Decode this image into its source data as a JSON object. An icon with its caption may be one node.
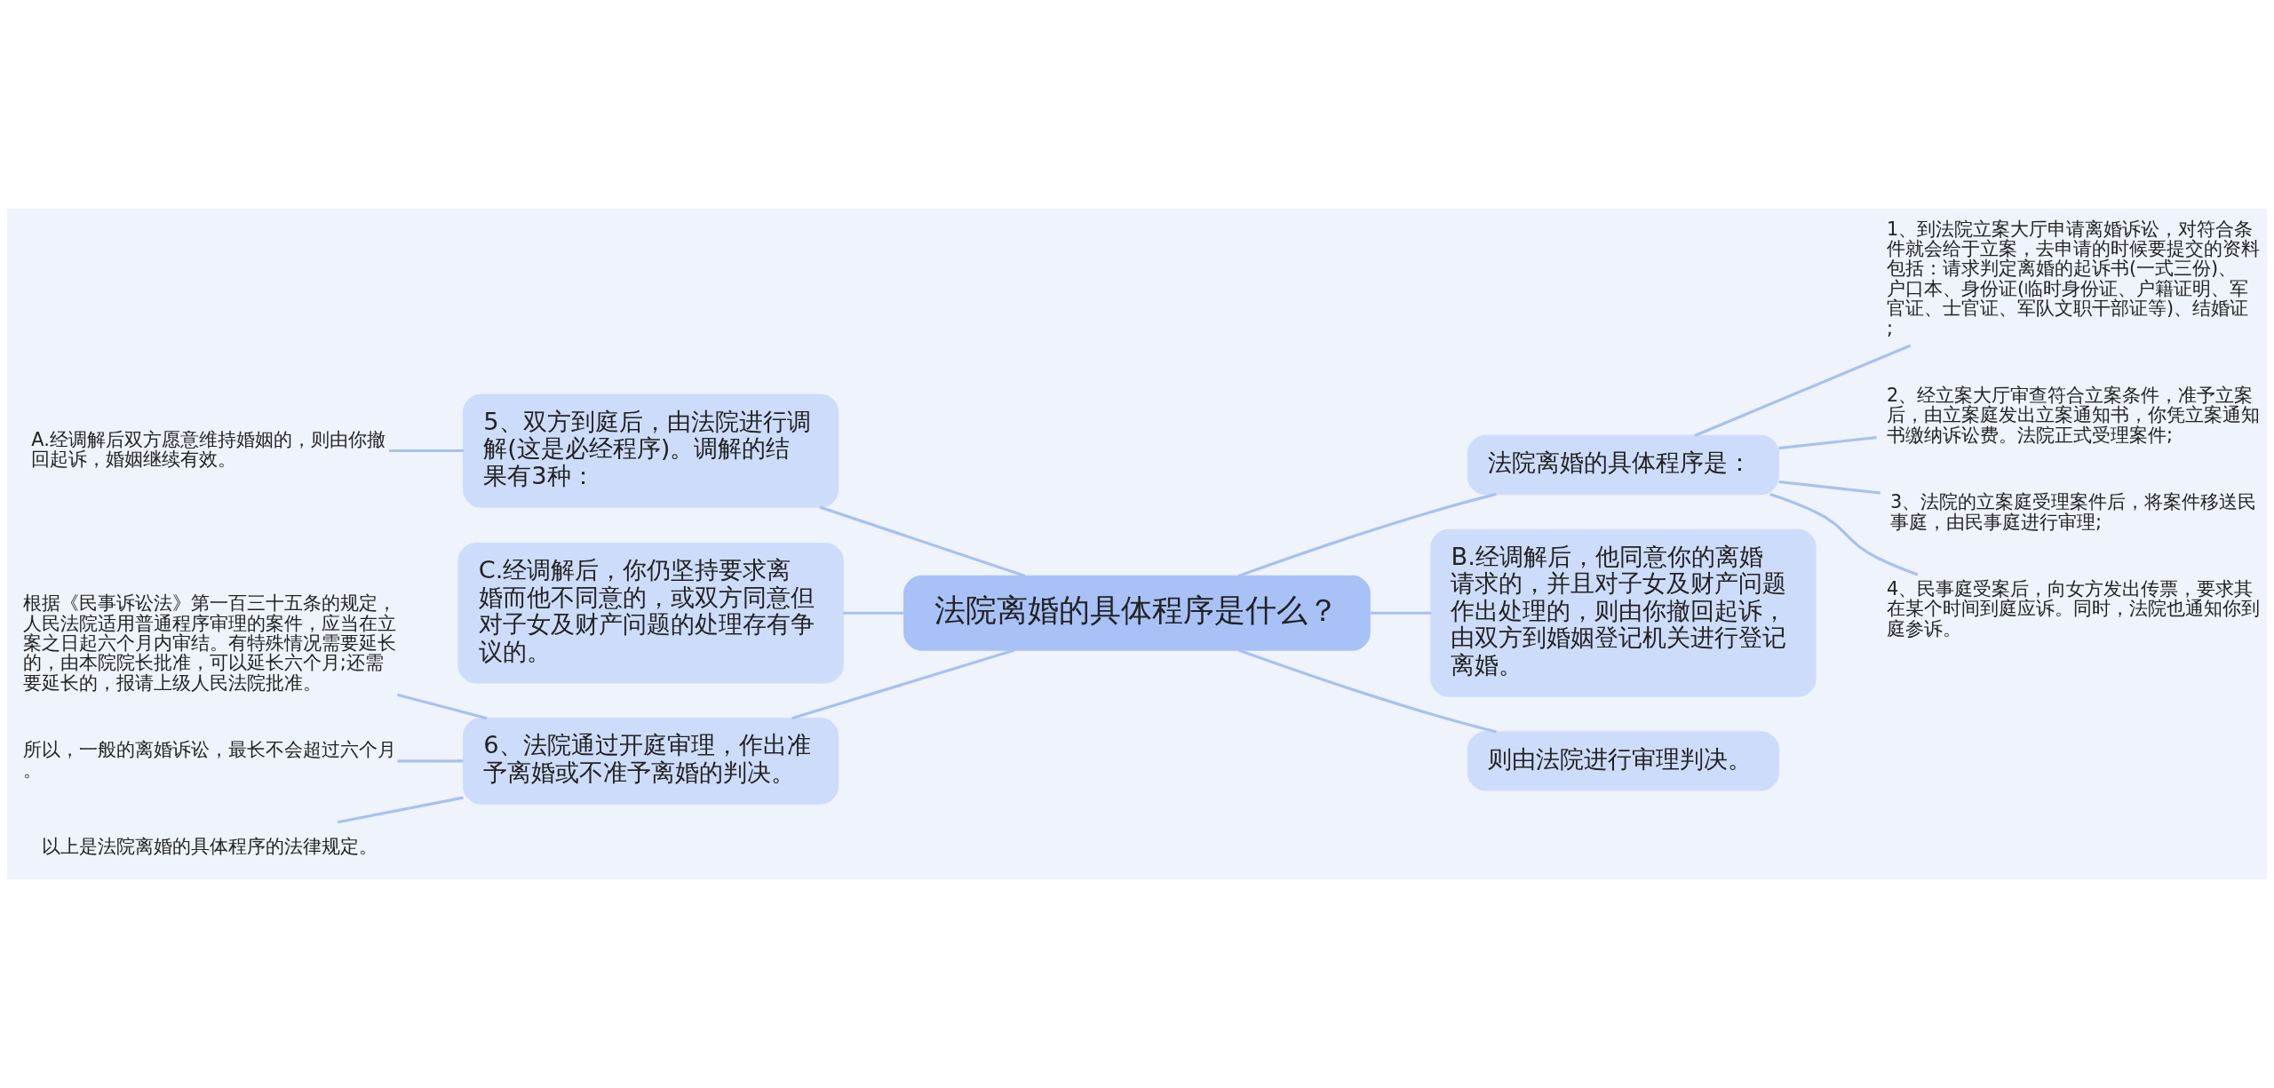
{
  "diagram": {
    "nodes": [
      {
        "text": [
          "法院离婚的具体程序是什么？"
        ]
      },
      {
        "text": [
          "5、双方到庭后，由法院进行调解(这是必经程序)。调解的结果有3种："
        ]
      },
      {
        "text": [
          "A.经调解后双方愿意维持婚姻的，则由你撤回起诉，婚姻继续有效。"
        ]
      },
      {
        "text": [
          "C.经调解后，你仍坚持要求离婚而他不同意的，或双方同意但对子女及财产问题的处理存有争议的。"
        ]
      },
      {
        "text": [
          "6、法院通过开庭审理，作出准予离婚或不准予离婚的判决。"
        ]
      },
      {
        "text": [
          "根据《民事诉讼法》第一百三十五条的规定，人民法院适用普通程序审理的案件，应当在立案之日起六个月内审结。有特殊情况需要延长的，由本院院长批准，可以延长六个月;还需要延长的，报请上级人民法院批准。"
        ]
      },
      {
        "text": [
          "所以，一般的离婚诉讼，最长不会超过六个月。"
        ]
      },
      {
        "text": [
          "以上是法院离婚的具体程序的法律规定。"
        ]
      },
      {
        "text": [
          "法院离婚的具体程序是："
        ]
      },
      {
        "text": [
          "1、到法院立案大厅申请离婚诉讼，对符合条件就会给于立案，去申请的时候要提交的资料包括：请求判定离婚的起诉书(一式三份)、户口本、身份证(临时身份证、户籍证明、军官证、士官证、军队文职干部证等)、结婚证;"
        ]
      },
      {
        "text": [
          "2、经立案大厅审查符合立案条件，准予立案后，由立案庭发出立案通知书，你凭立案通知书缴纳诉讼费。法院正式受理案件;"
        ]
      },
      {
        "text": [
          "3、法院的立案庭受理案件后，将案件移送民事庭，由民事庭进行审理;"
        ]
      },
      {
        "text": [
          "4、民事庭受案后，向女方发出传票，要求其在某个时间到庭应诉。同时，法院也通知你到庭参诉。"
        ]
      },
      {
        "text": [
          "B.经调解后，他同意你的离婚请求的，并且对子女及财产问题作出处理的，则由你撤回起诉，由双方到婚姻登记机关进行登记离婚。"
        ]
      },
      {
        "text": [
          "则由法院进行审理判决。"
        ]
      }
    ],
    "edges": [
      {
        "from": 0,
        "to": 1,
        "arrow": "none"
      },
      {
        "from": 1,
        "to": 2,
        "arrow": "none"
      },
      {
        "from": 0,
        "to": 3,
        "arrow": "none"
      },
      {
        "from": 0,
        "to": 4,
        "arrow": "none"
      },
      {
        "from": 4,
        "to": 5,
        "arrow": "none"
      },
      {
        "from": 4,
        "to": 6,
        "arrow": "none"
      },
      {
        "from": 4,
        "to": 7,
        "arrow": "none"
      },
      {
        "from": 0,
        "to": 8,
        "arrow": "none"
      },
      {
        "from": 8,
        "to": 9,
        "arrow": "none"
      },
      {
        "from": 8,
        "to": 10,
        "arrow": "none"
      },
      {
        "from": 8,
        "to": 11,
        "arrow": "none"
      },
      {
        "from": 8,
        "to": 12,
        "arrow": "none"
      },
      {
        "from": 0,
        "to": 13,
        "arrow": "none"
      },
      {
        "from": 0,
        "to": 14,
        "arrow": "none"
      }
    ]
  }
}
